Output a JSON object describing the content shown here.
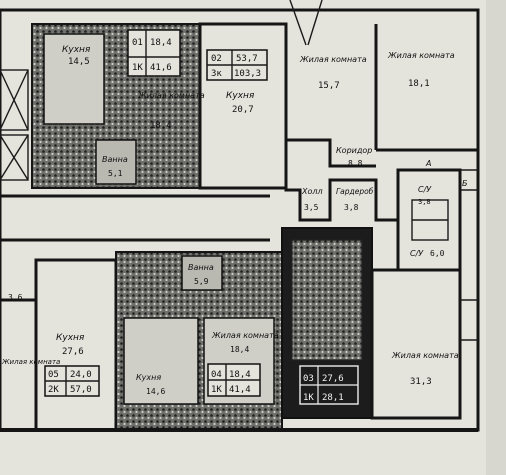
{
  "rooms": {
    "kitchen_top_left": {
      "name": "Кухня",
      "area": "14,5"
    },
    "room_top_left": {
      "name": "Жилая комната",
      "area": "18,4"
    },
    "bath_top_left": {
      "name": "Ванна",
      "area": "5,1"
    },
    "kitchen_top_mid": {
      "name": "Кухня",
      "area": "20,7"
    },
    "room_top_right1": {
      "name": "Жилая комната",
      "area": "15,7"
    },
    "room_top_right2": {
      "name": "Жилая комната",
      "area": "18,1"
    },
    "corridor": {
      "name": "Коридор",
      "area": "8,8"
    },
    "hall": {
      "name": "Холл",
      "area": "3,5"
    },
    "wardrobe": {
      "name": "Гардероб",
      "area": "3,8"
    },
    "wc": {
      "name": "С/У",
      "area": "3,8"
    },
    "bath_right": {
      "name": "С/У",
      "area": "6,0"
    },
    "small_left": {
      "name": "",
      "area": "3,6"
    },
    "kitchen_bottom": {
      "name": "Кухня",
      "area": "27,6"
    },
    "room_bottom_left": {
      "name": "Жилая комната",
      "area": ""
    },
    "bath_bottom": {
      "name": "Ванна",
      "area": "5,9"
    },
    "room_bottom_mid": {
      "name": "Жилая комната",
      "area": "18,4"
    },
    "kitchen_bottom_mid": {
      "name": "Кухня",
      "area": "14,6"
    },
    "room_bottom_right": {
      "name": "Жилая комната",
      "area": "31,3"
    }
  },
  "tables": {
    "top_left": {
      "rows": [
        [
          "01",
          "18,4"
        ],
        [
          "1К",
          "41,6"
        ]
      ]
    },
    "top_mid": {
      "rows": [
        [
          "02",
          "53,7"
        ],
        [
          "3к",
          "103,3"
        ]
      ]
    },
    "bottom_left": {
      "rows": [
        [
          "05",
          "24,0"
        ],
        [
          "2К",
          "57,0"
        ]
      ]
    },
    "bottom_mid": {
      "rows": [
        [
          "04",
          "18,4"
        ],
        [
          "1К",
          "41,4"
        ]
      ]
    },
    "bottom_dark": {
      "rows": [
        [
          "03",
          "27,6"
        ],
        [
          "1К",
          "28,1"
        ]
      ]
    }
  },
  "letters": {
    "l1": "А",
    "l2": "Б"
  }
}
